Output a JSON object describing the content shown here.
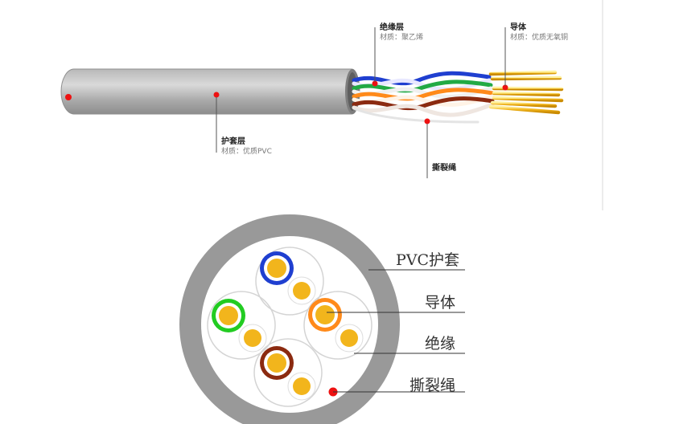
{
  "top": {
    "jacket": {
      "title": "护套层",
      "material": "材质：优质PVC"
    },
    "insulation": {
      "title": "绝缘层",
      "material": "材质：聚乙烯"
    },
    "conductor": {
      "title": "导体",
      "material": "材质：优质无氧铜"
    },
    "ripcord": {
      "title": "撕裂绳"
    }
  },
  "bottom": {
    "labels": [
      "PVC护套",
      "导体",
      "绝缘",
      "撕裂绳"
    ]
  },
  "colors": {
    "jacket_gray": "#9a9a9a",
    "pair_blue": "#1f3fd0",
    "pair_green": "#22cc22",
    "pair_orange": "#ff8a1a",
    "pair_brown": "#8b2a10",
    "copper": "#f2b51c",
    "marker_red": "#ee1111"
  }
}
